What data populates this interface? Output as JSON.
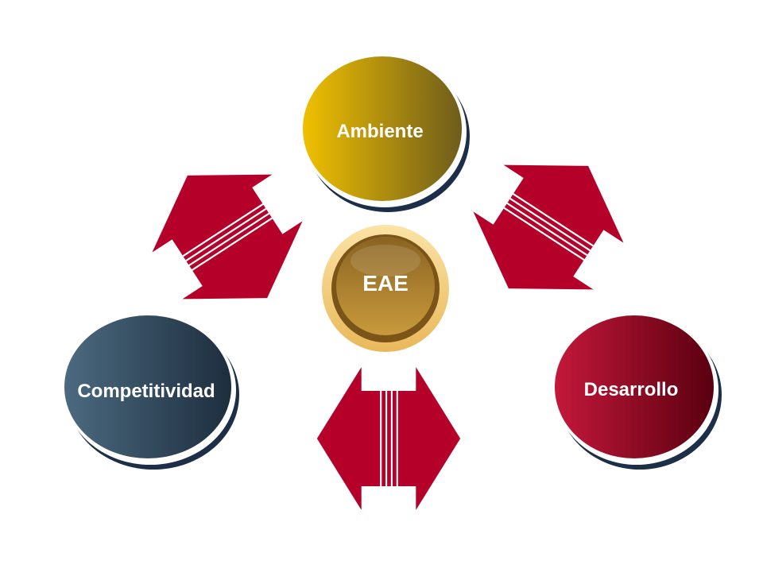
{
  "diagram": {
    "center": {
      "label": "EAE",
      "colors": [
        "#f7d98c",
        "#c99a3c",
        "#8a6322"
      ]
    },
    "nodes": {
      "top": {
        "label": "Ambiente",
        "colors": [
          "#f0c000",
          "#6e5c1c"
        ]
      },
      "left": {
        "label": "Competitividad",
        "colors": [
          "#4c6a80",
          "#1d2e3e"
        ]
      },
      "right": {
        "label": "Desarrollo",
        "colors": [
          "#c4183a",
          "#5a0010"
        ]
      }
    },
    "arrow_color": "#b5002a",
    "shadow_color": "#1d2e48"
  }
}
